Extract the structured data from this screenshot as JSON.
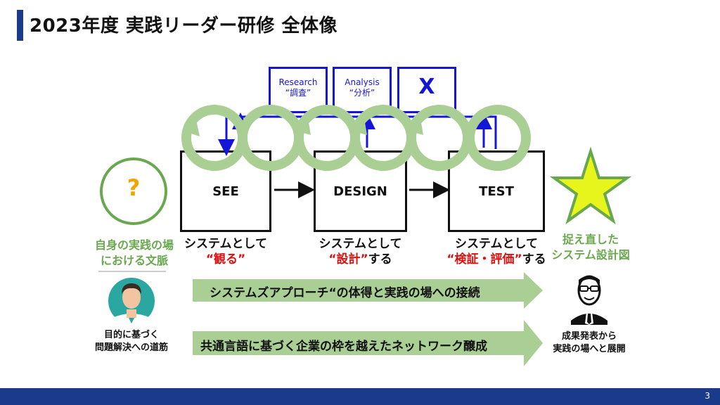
{
  "title": "2023年度 実践リーダー研修 全体像",
  "stages": [
    "SEE",
    "DESIGN",
    "TEST"
  ],
  "tools": [
    {
      "en": "Research",
      "jp": "“調査”"
    },
    {
      "en": "Analysis",
      "jp": "“分析”"
    },
    {
      "en": "X",
      "jp": ""
    }
  ],
  "descriptions": {
    "see": {
      "line1": "システムとして",
      "line2_red": "“観る”",
      "line2_rest": ""
    },
    "design": {
      "line1": "システムとして",
      "line2_red": "“設計”",
      "line2_rest": "する"
    },
    "test": {
      "line1": "システムとして",
      "line2_red": "“検証・評価”",
      "line2_rest": "する"
    }
  },
  "left_circle_mark": "?",
  "left_label": {
    "line1": "自身の実践の場",
    "line2": "における文脈"
  },
  "right_label": {
    "line1": "捉え直した",
    "line2": "システム設計図"
  },
  "arrows": [
    "システムズアプローチ“の体得と実践の場への接続",
    "共通言語に基づく企業の枠を越えたネットワーク醸成"
  ],
  "bottom_left": {
    "line1": "目的に基づく",
    "line2": "問題解決への道筋"
  },
  "bottom_right": {
    "line1": "成果発表から",
    "line2": "実践の場へと展開"
  },
  "page_number": "3",
  "colors": {
    "navy": "#1a3a8c",
    "blue": "#1515d8",
    "green": "#6aa84f",
    "light_green": "#a9cf95",
    "red": "#e01010",
    "star": "#e8f51c"
  }
}
